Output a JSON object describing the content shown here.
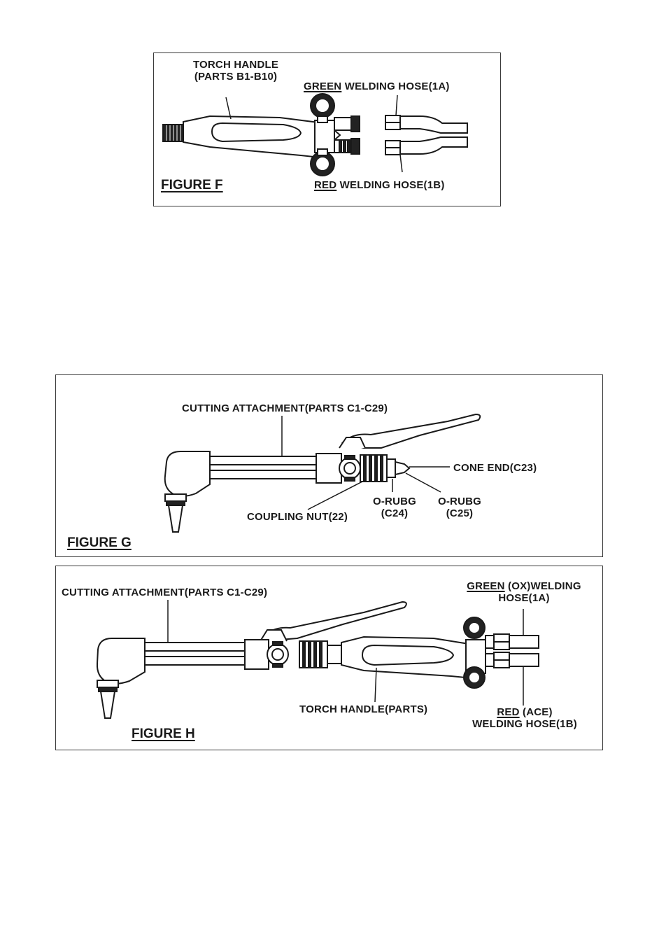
{
  "figure_f": {
    "title": "FIGURE  F",
    "torch_handle_line1": "TORCH HANDLE",
    "torch_handle_line2": "(PARTS B1-B10)",
    "green_word": "GREEN",
    "green_rest": " WELDING HOSE(1A)",
    "red_word": "RED",
    "red_rest": " WELDING HOSE(1B)"
  },
  "figure_g": {
    "title": "FIGURE  G",
    "cutting_attachment": "CUTTING ATTACHMENT(PARTS C1-C29)",
    "cone_end": "CONE END(C23)",
    "coupling_nut": "COUPLING NUT(22)",
    "o_ring_c24_line1": "O-RUBG",
    "o_ring_c24_line2": "(C24)",
    "o_ring_c25_line1": "O-RUBG",
    "o_ring_c25_line2": "(C25)"
  },
  "figure_h": {
    "title": "FIGURE H",
    "cutting_attachment": "CUTTING ATTACHMENT(PARTS C1-C29)",
    "green_word": "GREEN",
    "green_rest": " (OX)WELDING",
    "green_line2": "HOSE(1A)",
    "torch_handle": "TORCH HANDLE(PARTS)",
    "red_word": "RED",
    "red_rest": " (ACE)",
    "red_line2": "WELDING HOSE(1B)"
  }
}
